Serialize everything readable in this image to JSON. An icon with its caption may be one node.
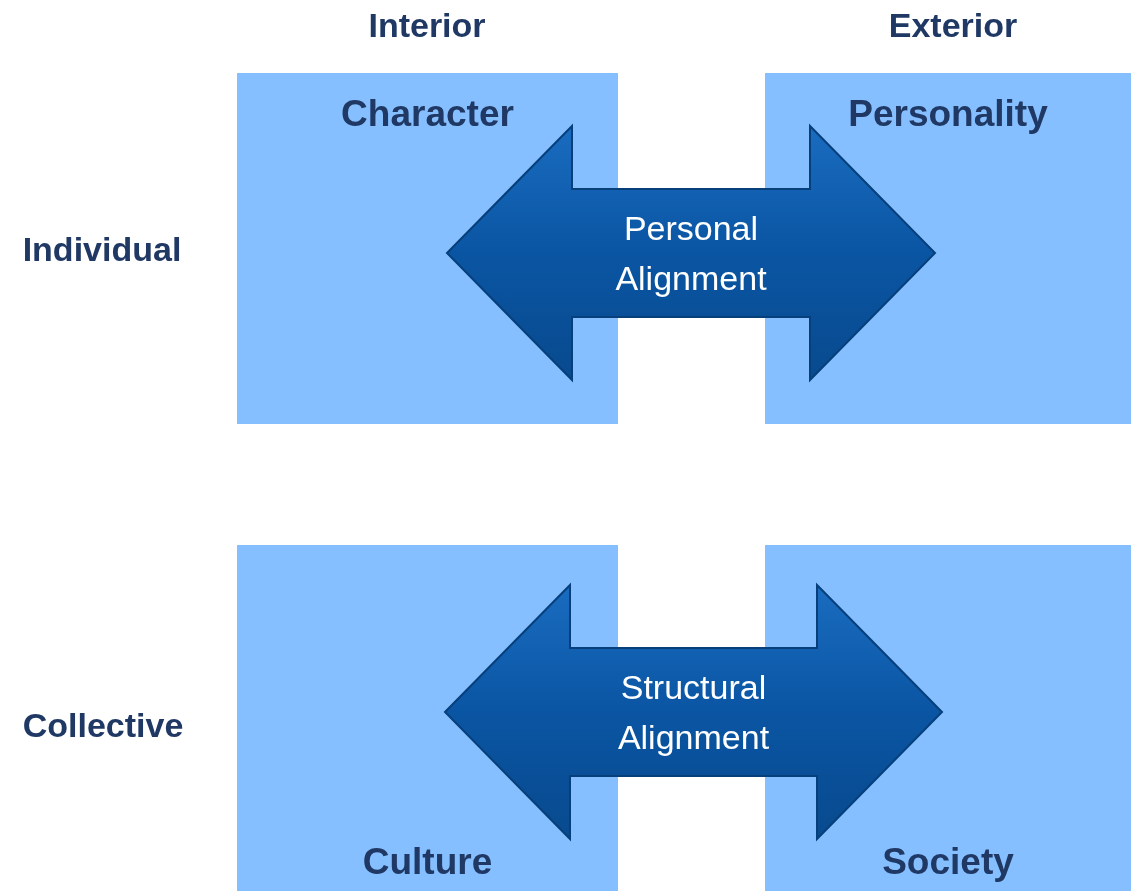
{
  "diagram": {
    "nodes": [
      {
        "text": [
          "Character"
        ]
      },
      {
        "text": [
          "Personality"
        ]
      },
      {
        "text": [
          "Culture"
        ]
      },
      {
        "text": [
          "Society"
        ]
      }
    ],
    "edges": [
      {
        "from": 0,
        "to": 1,
        "arrow": "both",
        "label": "Personal Alignment"
      },
      {
        "from": 2,
        "to": 3,
        "arrow": "both",
        "label": "Structural Alignment"
      }
    ],
    "labels": [
      "Interior",
      "Exterior",
      "Individual",
      "Collective"
    ]
  }
}
